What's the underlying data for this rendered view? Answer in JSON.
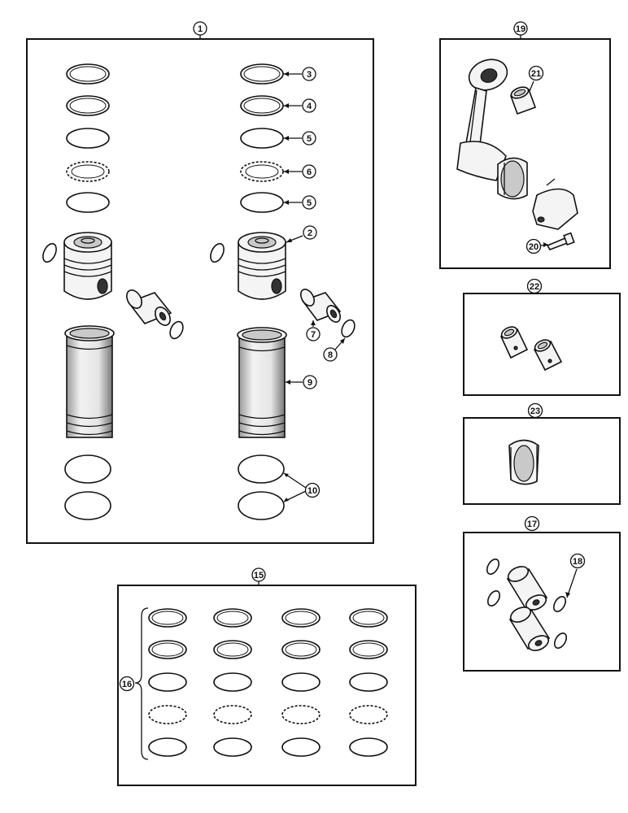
{
  "callouts": {
    "c1": "1",
    "c2": "2",
    "c3": "3",
    "c4": "4",
    "c5a": "5",
    "c5b": "5",
    "c6": "6",
    "c7": "7",
    "c8": "8",
    "c9": "9",
    "c10": "10",
    "c15": "15",
    "c16": "16",
    "c17": "17",
    "c18": "18",
    "c19": "19",
    "c20": "20",
    "c21": "21",
    "c22": "22",
    "c23": "23"
  },
  "colors": {
    "ink": "#111111",
    "paper": "#ffffff"
  }
}
